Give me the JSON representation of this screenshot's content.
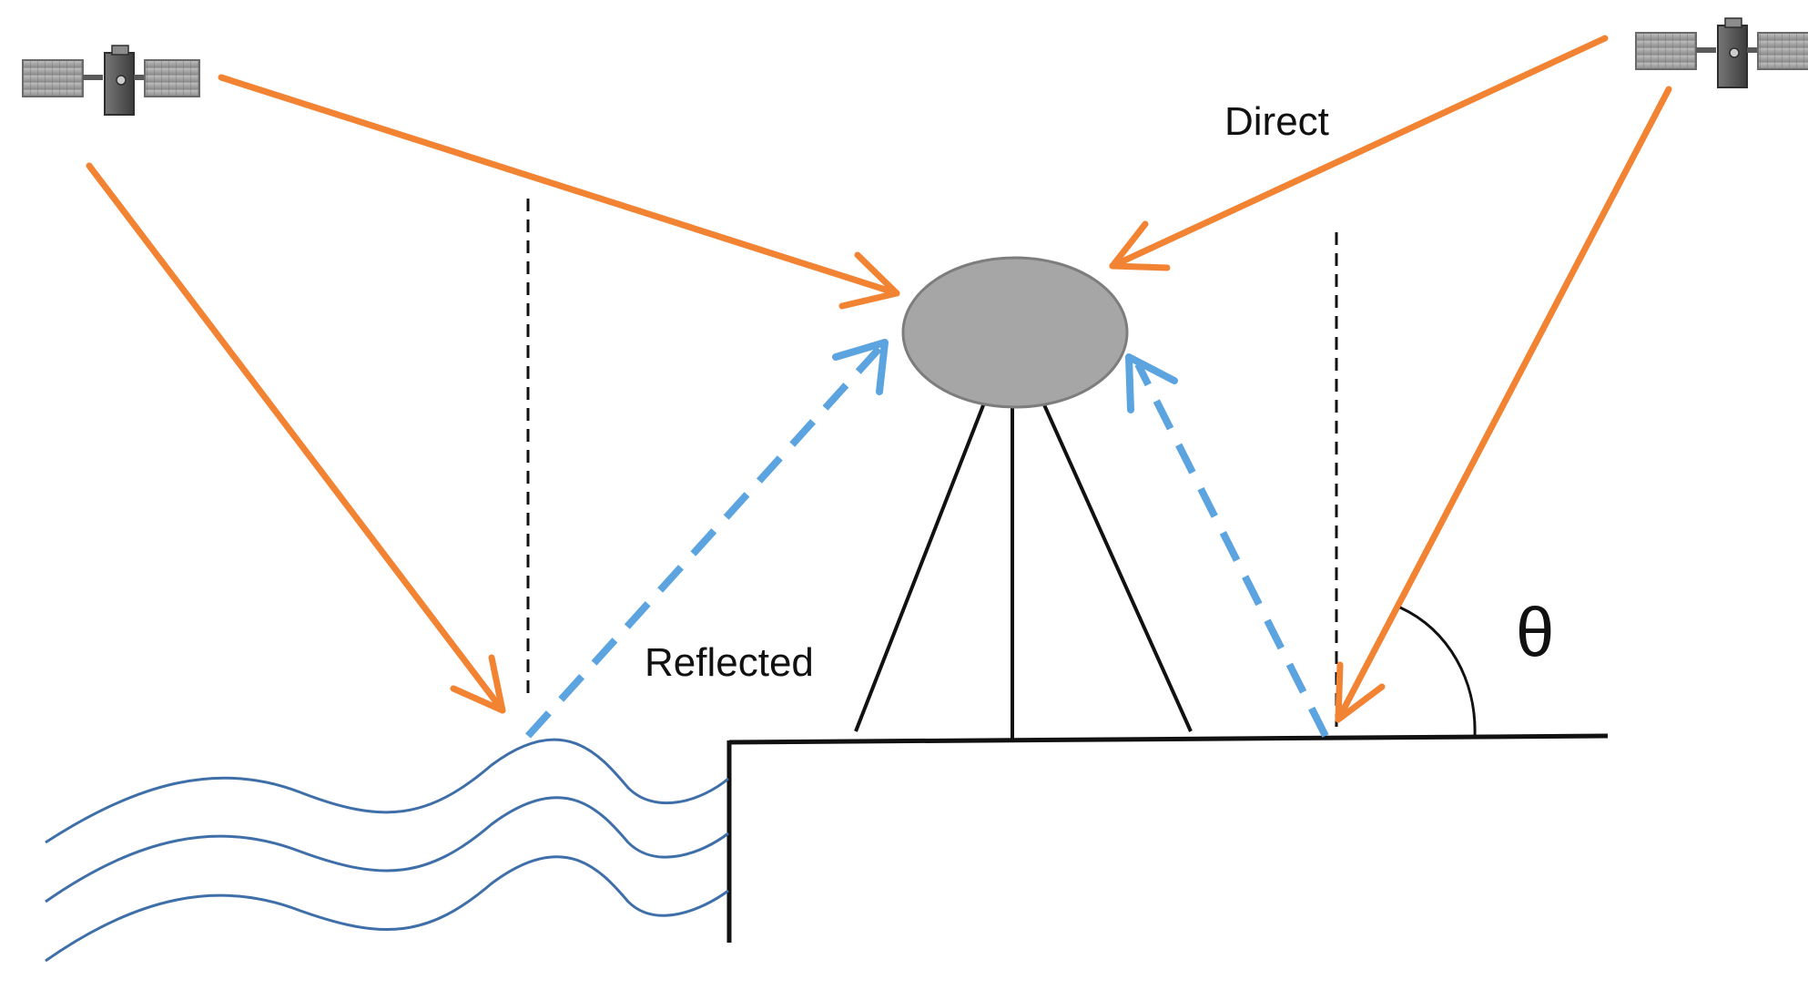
{
  "labels": {
    "direct": "Direct",
    "reflected": "Reflected",
    "angle": "θ"
  },
  "icons": {
    "left_satellite": "satellite-icon",
    "right_satellite": "satellite-icon",
    "antenna": "antenna-dome"
  },
  "colors": {
    "direct_signal": "#F28333",
    "reflected_signal": "#5BA4E0",
    "water": "#3F6FA8",
    "antenna_dome": "#A6A6A6",
    "structure": "#111111"
  }
}
